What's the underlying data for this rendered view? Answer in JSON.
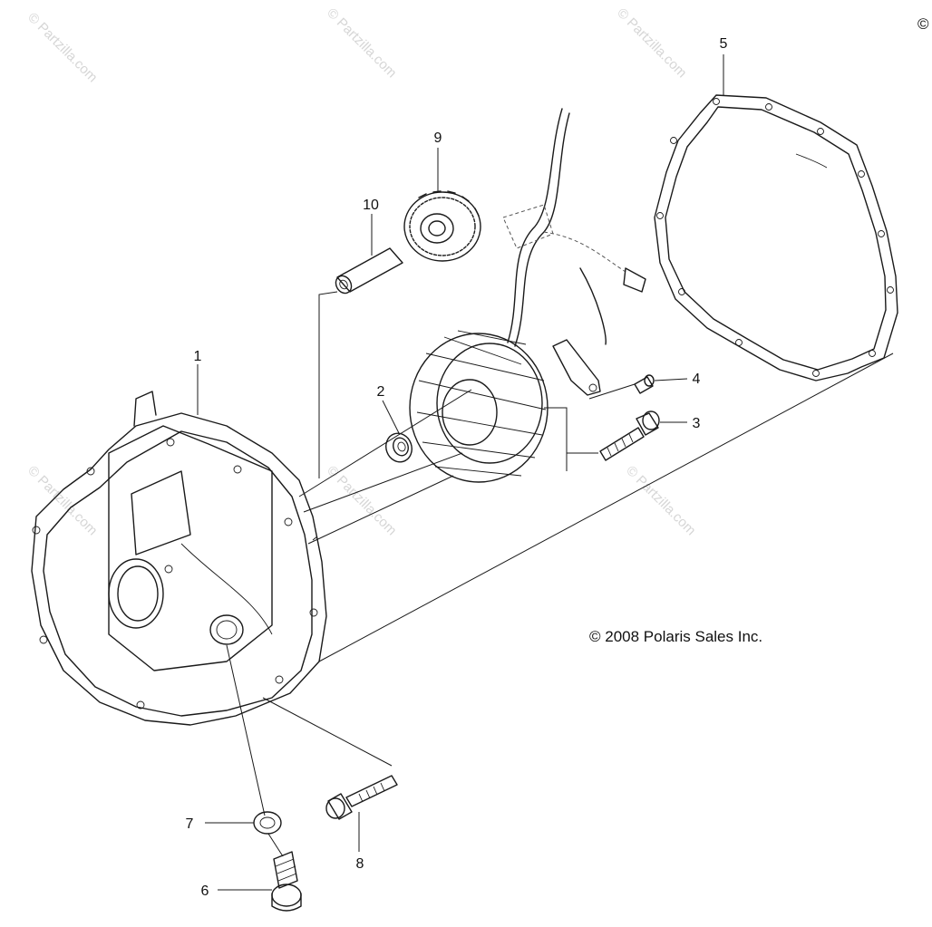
{
  "copyright": "© 2008 Polaris Sales Inc.",
  "corner_mark": "©",
  "watermark": "© Partzilla.com",
  "callouts": [
    {
      "id": "1",
      "label": "1"
    },
    {
      "id": "2",
      "label": "2"
    },
    {
      "id": "3",
      "label": "3"
    },
    {
      "id": "4",
      "label": "4"
    },
    {
      "id": "5",
      "label": "5"
    },
    {
      "id": "6",
      "label": "6"
    },
    {
      "id": "7",
      "label": "7"
    },
    {
      "id": "8",
      "label": "8"
    },
    {
      "id": "9",
      "label": "9"
    },
    {
      "id": "10",
      "label": "10"
    }
  ]
}
